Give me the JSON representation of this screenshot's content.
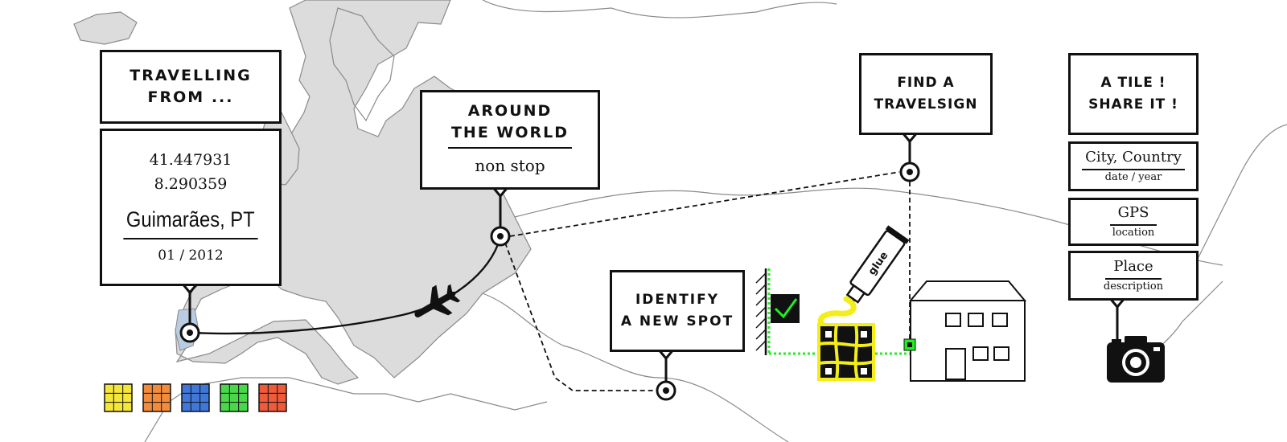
{
  "origin": {
    "heading_line1": "TRAVELLING",
    "heading_line2": "FROM ...",
    "latitude": "41.447931",
    "longitude": "8.290359",
    "city": "Guimarães, PT",
    "date": "01 / 2012"
  },
  "around": {
    "heading_line1": "AROUND",
    "heading_line2": "THE WORLD",
    "subtitle": "non stop"
  },
  "identify": {
    "heading_line1": "IDENTIFY",
    "heading_line2": "A NEW SPOT"
  },
  "find": {
    "heading_line1": "FIND A",
    "heading_line2": "TRAVELSIGN"
  },
  "share": {
    "heading_line1": "A TILE !",
    "heading_line2": "SHARE IT !",
    "fields": [
      {
        "title": "City, Country",
        "sub": "date / year"
      },
      {
        "title": "GPS",
        "sub": "location"
      },
      {
        "title": "Place",
        "sub": "description"
      }
    ]
  },
  "glue_label": "glue",
  "tile_colors": [
    "#f5e63a",
    "#f28c3c",
    "#3f78d8",
    "#48d84a",
    "#ee5a3a"
  ],
  "accent_green": "#22ee22",
  "accent_yellow": "#f3ee1a",
  "map_fill": "#dcdcdc",
  "portugal_fill": "#b9cde2"
}
